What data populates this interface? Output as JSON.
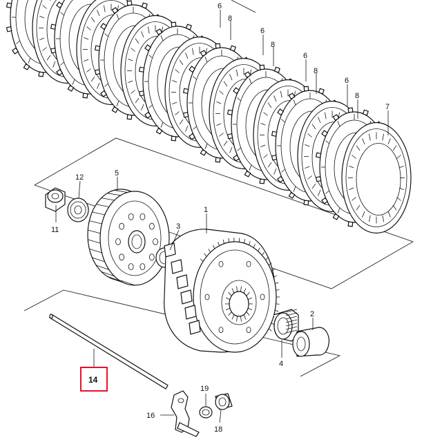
{
  "callouts": [
    {
      "id": "c6a",
      "label": "6"
    },
    {
      "id": "c8a",
      "label": "8"
    },
    {
      "id": "c6b",
      "label": "6"
    },
    {
      "id": "c8b",
      "label": "8"
    },
    {
      "id": "c6c",
      "label": "6"
    },
    {
      "id": "c8c",
      "label": "8"
    },
    {
      "id": "c6d",
      "label": "6"
    },
    {
      "id": "c8d",
      "label": "8"
    },
    {
      "id": "c7",
      "label": "7"
    },
    {
      "id": "c12",
      "label": "12"
    },
    {
      "id": "c5",
      "label": "5"
    },
    {
      "id": "c11",
      "label": "11"
    },
    {
      "id": "c1",
      "label": "1"
    },
    {
      "id": "c3",
      "label": "3"
    },
    {
      "id": "c2",
      "label": "2"
    },
    {
      "id": "c4",
      "label": "4"
    },
    {
      "id": "c19",
      "label": "19"
    },
    {
      "id": "c16",
      "label": "16"
    },
    {
      "id": "c18",
      "label": "18"
    }
  ],
  "highlighted": {
    "label": "14",
    "color": "#e8102a"
  }
}
